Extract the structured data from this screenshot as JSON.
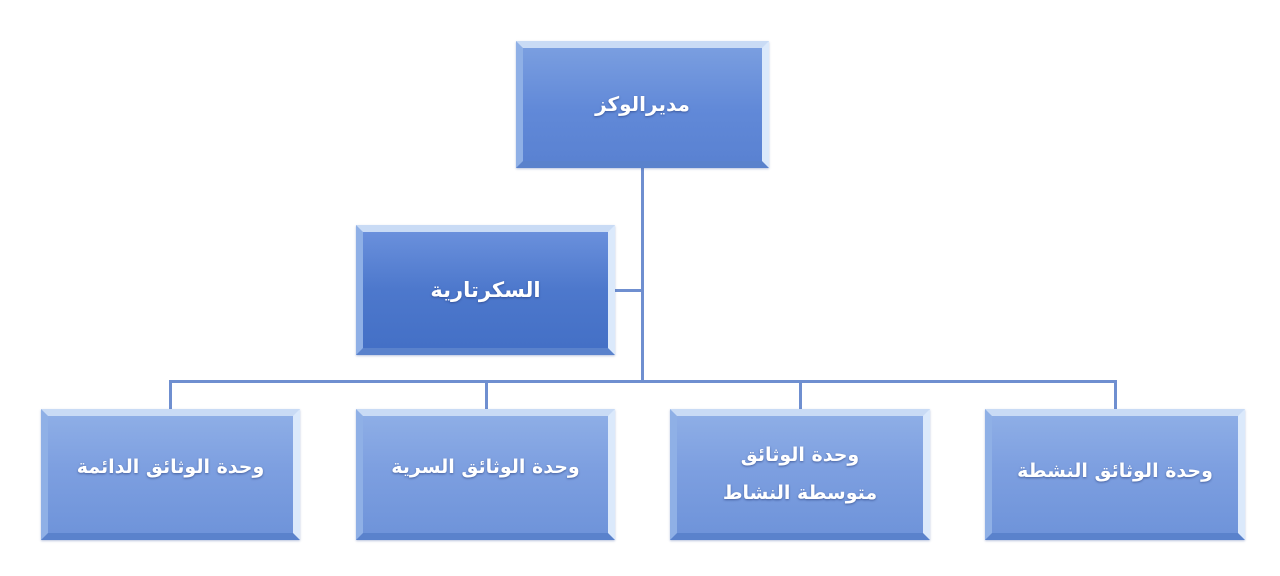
{
  "diagram": {
    "type": "org-chart",
    "colors": {
      "connector": "#6f8fd0",
      "top_box": "#6189d8",
      "secretary_box": "#4d78cc",
      "unit_box": "#7d9fe0",
      "text": "#ffffff"
    },
    "root": {
      "label": "مديرالوكز"
    },
    "staff": {
      "label": "السكرتارية"
    },
    "units": [
      {
        "line1": "وحدة الوثائق الدائمة",
        "line2": ""
      },
      {
        "line1": "وحدة الوثائق السرية",
        "line2": ""
      },
      {
        "line1": "وحدة الوثائق",
        "line2": "متوسطة النشاط"
      },
      {
        "line1": "وحدة الوثائق النشطة",
        "line2": ""
      }
    ]
  }
}
